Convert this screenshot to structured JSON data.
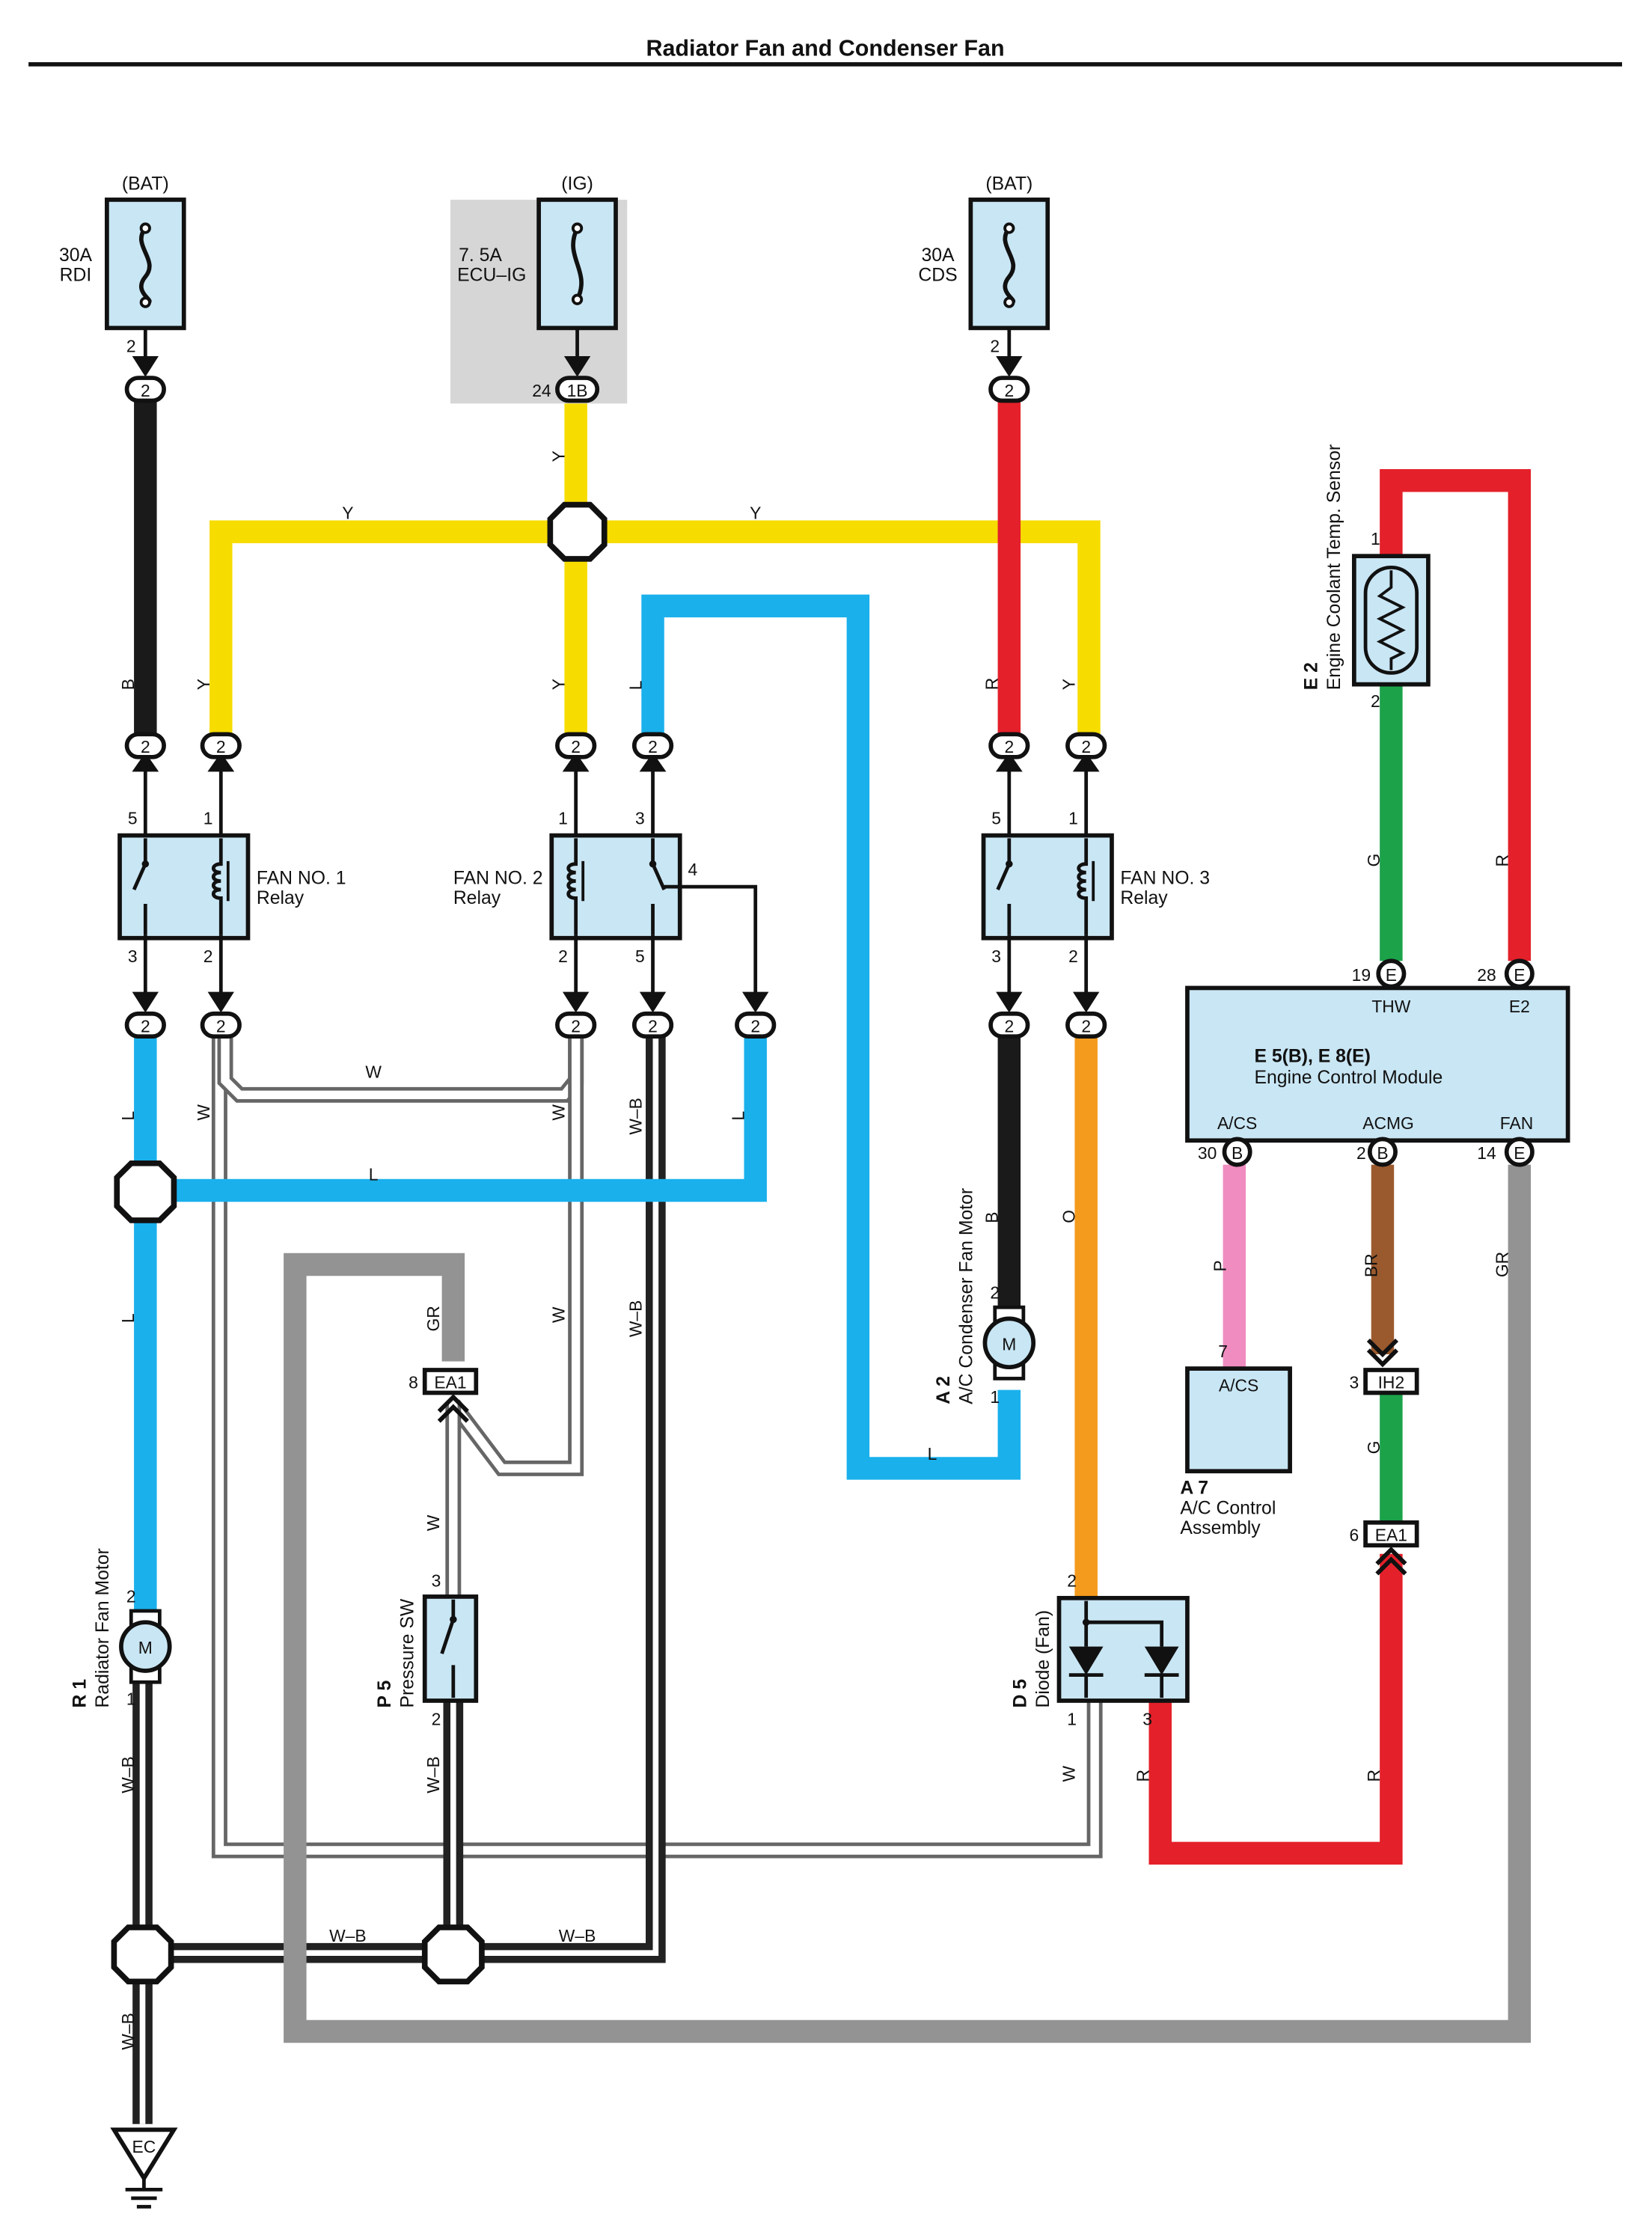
{
  "title": "Radiator Fan and Condenser Fan",
  "sources": {
    "bat_left": "(BAT)",
    "ig": "(IG)",
    "bat_right": "(BAT)"
  },
  "fuses": {
    "rdi": {
      "rating": "30A",
      "name": "RDI"
    },
    "ecu_ig": {
      "rating": "7. 5A",
      "name": "ECU–IG"
    },
    "cds": {
      "rating": "30A",
      "name": "CDS"
    }
  },
  "relays": {
    "fan1": {
      "line1": "FAN NO. 1",
      "line2": "Relay"
    },
    "fan2": {
      "line1": "FAN NO. 2",
      "line2": "Relay"
    },
    "fan3": {
      "line1": "FAN NO. 3",
      "line2": "Relay"
    }
  },
  "components": {
    "r1": {
      "code": "R 1",
      "name": "Radiator Fan Motor"
    },
    "a2": {
      "code": "A 2",
      "name": "A/C Condenser Fan Motor"
    },
    "p5": {
      "code": "P 5",
      "name": "Pressure SW"
    },
    "d5": {
      "code": "D 5",
      "name": "Diode (Fan)"
    },
    "e2": {
      "code": "E 2",
      "name": "Engine Coolant Temp.  Sensor"
    },
    "a7": {
      "code": "A 7",
      "line1": "A/C Control",
      "line2": "Assembly",
      "terminal": "A/CS"
    },
    "ecm": {
      "code": "E 5(B), E 8(E)",
      "name": "Engine Control Module",
      "terminals": {
        "thw": "THW",
        "e2": "E2",
        "acs": "A/CS",
        "acmg": "ACMG",
        "fan": "FAN"
      }
    },
    "motor_symbol": "M",
    "ground": "EC"
  },
  "connectors": {
    "c1b": "1B",
    "c2": "2",
    "ea1": "EA1",
    "ih2": "IH2",
    "e": "E",
    "b": "B"
  },
  "pins": {
    "p1": "1",
    "p2": "2",
    "p3": "3",
    "p4": "4",
    "p5": "5",
    "p6": "6",
    "p7": "7",
    "p8": "8",
    "p14": "14",
    "p19": "19",
    "p24": "24",
    "p28": "28",
    "p30": "30"
  },
  "wire_codes": {
    "black": "B",
    "yellow": "Y",
    "red": "R",
    "blue": "L",
    "white": "W",
    "white_black": "W–B",
    "gray": "GR",
    "green": "G",
    "pink": "P",
    "brown": "BR",
    "orange": "O"
  },
  "colors": {
    "black": "#1a1a1a",
    "yellow": "#f7dc00",
    "red": "#e4202a",
    "blue": "#1ab0ec",
    "green": "#1ca34a",
    "pink": "#f08cc0",
    "brown": "#9b5a2e",
    "orange": "#f49a1c",
    "gray": "#939393",
    "component_fill": "#c9e6f4",
    "junction_box": "#d6d6d6"
  }
}
